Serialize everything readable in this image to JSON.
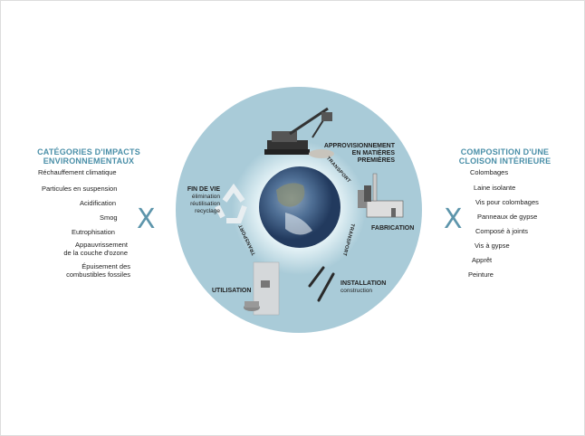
{
  "left": {
    "title_line1": "CATÉGORIES D'IMPACTS",
    "title_line2": "ENVIRONNEMENTAUX",
    "items": [
      "Réchauffement climatique",
      "Particules en suspension",
      "Acidification",
      "Smog",
      "Eutrophisation",
      "Appauvrissement",
      "de la couche d'ozone",
      "Épuisement des",
      "combustibles fossiles"
    ]
  },
  "right": {
    "title_line1": "COMPOSITION D'UNE",
    "title_line2": "CLOISON INTÉRIEURE",
    "items": [
      "Colombages",
      "Laine isolante",
      "Vis pour colombages",
      "Panneaux de gypse",
      "Composé à joints",
      "Vis à gypse",
      "Apprêt",
      "Peinture"
    ]
  },
  "multiply_symbol": "X",
  "cycle": {
    "raw": [
      "APPROVISIONNEMENT",
      "EN MATIÈRES",
      "PREMIÈRES"
    ],
    "fabrication": "FABRICATION",
    "installation": "INSTALLATION",
    "installation_sub": "construction",
    "utilisation": "UTILISATION",
    "end": "FIN DE VIE",
    "end_sub": [
      "élimination",
      "réutilisation",
      "recyclage"
    ],
    "transport": "TRANSPORT"
  },
  "colors": {
    "accent": "#4a8fa8",
    "circle": "#a9cbd8",
    "inner": "#d8ecf2"
  }
}
